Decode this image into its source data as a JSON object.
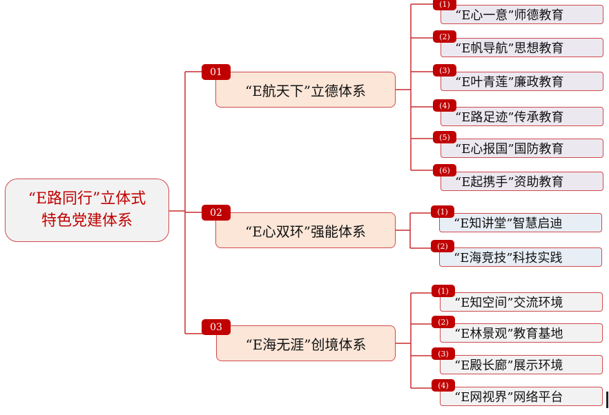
{
  "root": {
    "line1": "“E路同行”立体式",
    "line2": "特色党建体系"
  },
  "branches": [
    {
      "num": "01",
      "label": "“E航天下”立德体系",
      "items": [
        {
          "num": "(1)",
          "label": "“E心一意”师德教育"
        },
        {
          "num": "(2)",
          "label": "“E帆导航”思想教育"
        },
        {
          "num": "(3)",
          "label": "“E叶青莲”廉政教育"
        },
        {
          "num": "(4)",
          "label": "“E路足迹”传承教育"
        },
        {
          "num": "(5)",
          "label": "“E心报国”国防教育"
        },
        {
          "num": "(6)",
          "label": "“E起携手”资助教育"
        }
      ]
    },
    {
      "num": "02",
      "label": "“E心双环”强能体系",
      "items": [
        {
          "num": "(1)",
          "label": "“E知讲堂”智慧启迪"
        },
        {
          "num": "(2)",
          "label": "“E海竞技”科技实践"
        }
      ]
    },
    {
      "num": "03",
      "label": "“E海无涯”创境体系",
      "items": [
        {
          "num": "(1)",
          "label": "“E知空间”交流环境"
        },
        {
          "num": "(2)",
          "label": "“E林景观”教育基地"
        },
        {
          "num": "(3)",
          "label": "“E殿长廊”展示环境"
        },
        {
          "num": "(4)",
          "label": "“E网视界”网络平台"
        }
      ]
    }
  ],
  "colors": {
    "accent": "#c00000",
    "line": "#c8282c"
  }
}
